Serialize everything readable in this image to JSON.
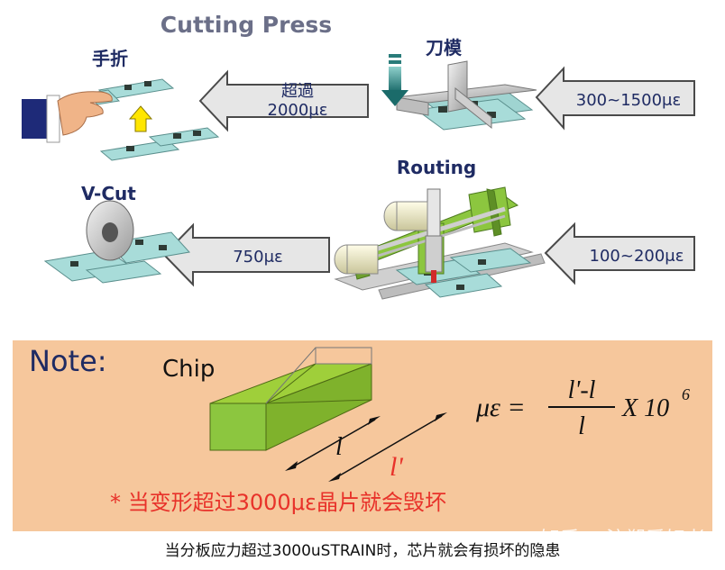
{
  "title": "Cutting Press",
  "labels": {
    "manual_break": "手折",
    "die": "刀模",
    "routing": "Routing",
    "vcut": "V-Cut"
  },
  "boxes": {
    "manual_line1": "超過",
    "manual_line2": "2000με",
    "die": "300~1500με",
    "vcut": "750με",
    "routing": "100~200με"
  },
  "note": {
    "heading": "Note:",
    "chip": "Chip",
    "len_l": "l",
    "len_lp": "l'",
    "formula_lhs": "με =",
    "formula_num": "l'-l",
    "formula_den": "l",
    "formula_mult": "X 10",
    "formula_exp": "6",
    "warning": "* 当变形超过3000με晶片就会毁坏"
  },
  "watermark": "知乎 @注塑爱好者",
  "caption": "当分板应力超过3000uSTRAIN时，芯片就会有损坏的隐患",
  "colors": {
    "note_bg": "#f6c79c",
    "box_fill": "#e6e6e6",
    "box_stroke": "#4a4a4a",
    "pcb": "#a8dcd9",
    "green": "#8cc63f",
    "warning": "#e8322a",
    "text_dark": "#1f2b63"
  }
}
